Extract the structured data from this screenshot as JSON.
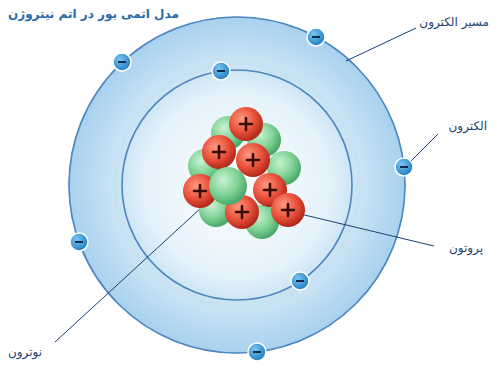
{
  "diagram": {
    "title": "مدل اتمی بور در اتم نیتروژن",
    "labels": [
      "مسیر الکترون",
      "الکترون",
      "پروتون",
      "نوترون"
    ]
  }
}
